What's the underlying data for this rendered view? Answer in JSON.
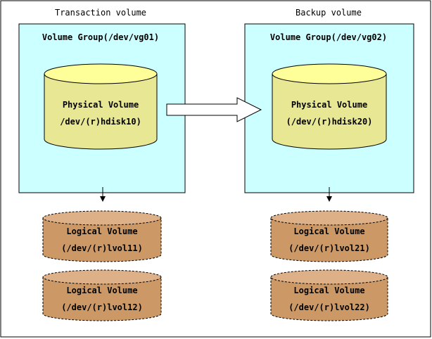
{
  "transaction": {
    "title": "Transaction volume",
    "volume_group": "Volume Group(/dev/vg01)",
    "physical_volume": {
      "line1": "Physical Volume",
      "line2": "/dev/(r)hdisk10)"
    },
    "logical_volumes": [
      {
        "line1": "Logical Volume",
        "line2": "(/dev/(r)lvol11)"
      },
      {
        "line1": "Logical Volume",
        "line2": "(/dev/(r)lvol12)"
      }
    ]
  },
  "backup": {
    "title": "Backup volume",
    "volume_group": "Volume Group(/dev/vg02)",
    "physical_volume": {
      "line1": "Physical Volume",
      "line2": "(/dev/(r)hdisk20)"
    },
    "logical_volumes": [
      {
        "line1": "Logical Volume",
        "line2": "(/dev/(r)lvol21)"
      },
      {
        "line1": "Logical Volume",
        "line2": "(/dev/(r)lvol22)"
      }
    ]
  },
  "colors": {
    "group_fill": "#ccffff",
    "physical_fill": "#e8e894",
    "physical_top": "#ffff99",
    "logical_fill": "#cc9966",
    "logical_top": "#ddb088",
    "arrow_fill": "#ffffff",
    "stroke": "#000000"
  }
}
